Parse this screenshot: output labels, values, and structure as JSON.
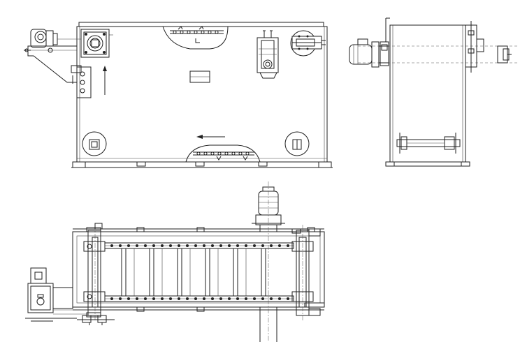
{
  "drawing": {
    "views": [
      {
        "id": "top-view",
        "kind": "front elevation"
      },
      {
        "id": "side-view",
        "kind": "side elevation"
      },
      {
        "id": "plan-view",
        "kind": "plan view"
      }
    ],
    "line_color": "#1f1f1f",
    "background": "#ffffff"
  }
}
